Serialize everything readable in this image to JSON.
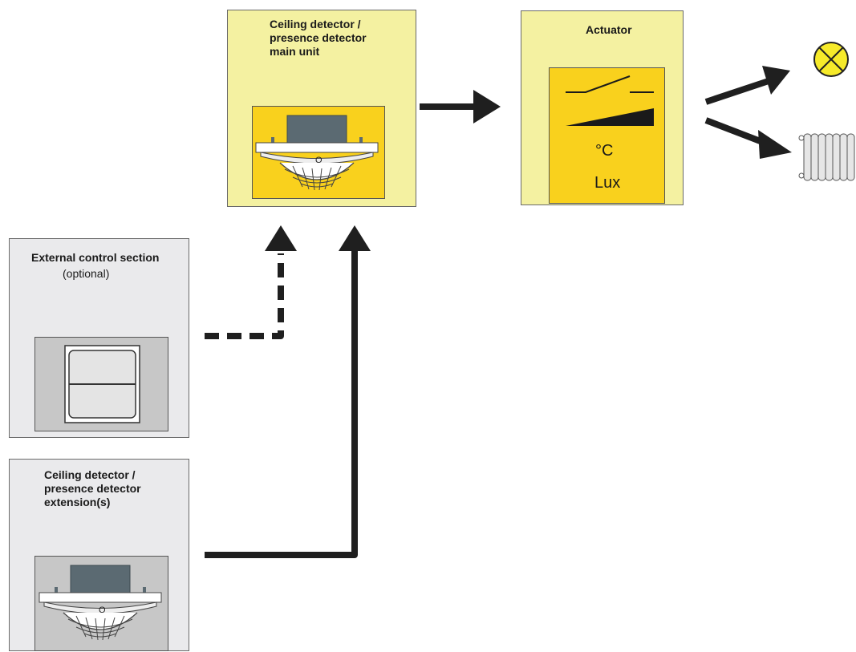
{
  "main_unit": {
    "title": "Ceiling detector /\npresence detector\nmain unit"
  },
  "actuator": {
    "title": "Actuator",
    "unit_temp": "°C",
    "unit_lux": "Lux"
  },
  "external": {
    "title": "External control section",
    "subtitle": "(optional)"
  },
  "extension": {
    "title": "Ceiling detector /\npresence detector\nextension(s)"
  },
  "icons": [
    "presence-detector-icon",
    "switch-contact-icon",
    "dimmer-ramp-icon",
    "lamp-icon",
    "radiator-icon",
    "push-button-icon"
  ],
  "colors": {
    "box_yellow": "#f4f1a1",
    "inner_orange": "#f9d11d",
    "box_grey": "#eaeaec",
    "inner_grey": "#c7c7c7",
    "arrow": "#1f1f1f"
  }
}
